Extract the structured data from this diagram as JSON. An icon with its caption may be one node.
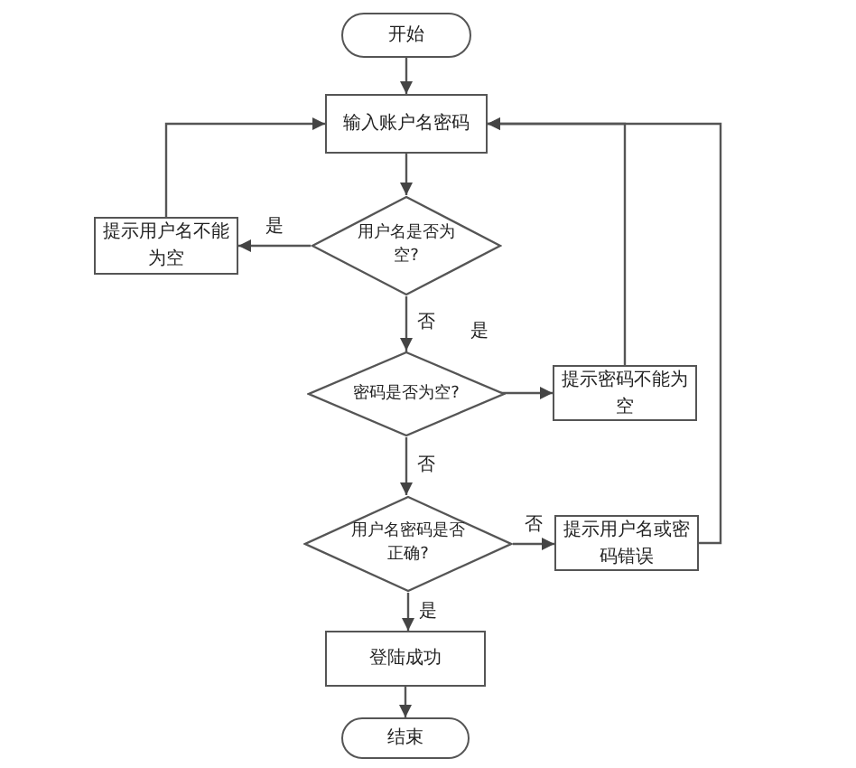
{
  "diagram": {
    "nodes": [
      {
        "text": [
          "开始"
        ]
      },
      {
        "text": [
          "输入账户名密码"
        ]
      },
      {
        "text": [
          "用户名是否为空?"
        ]
      },
      {
        "text": [
          "提示用户名不能为空"
        ]
      },
      {
        "text": [
          "密码是否为空?"
        ]
      },
      {
        "text": [
          "提示密码不能为空"
        ]
      },
      {
        "text": [
          "用户名密码是否正确?"
        ]
      },
      {
        "text": [
          "提示用户名或密码错误"
        ]
      },
      {
        "text": [
          "登陆成功"
        ]
      },
      {
        "text": [
          "结束"
        ]
      }
    ],
    "edges": [
      {
        "from": 0,
        "to": 1,
        "arrow": "to"
      },
      {
        "from": 1,
        "to": 2,
        "arrow": "to"
      },
      {
        "from": 2,
        "to": 3,
        "arrow": "to",
        "label": "是"
      },
      {
        "from": 3,
        "to": 1,
        "arrow": "to"
      },
      {
        "from": 2,
        "to": 4,
        "arrow": "to",
        "label": "否"
      },
      {
        "from": 4,
        "to": 5,
        "arrow": "to",
        "label": "是"
      },
      {
        "from": 5,
        "to": 1,
        "arrow": "to"
      },
      {
        "from": 4,
        "to": 6,
        "arrow": "to",
        "label": "否"
      },
      {
        "from": 6,
        "to": 7,
        "arrow": "to",
        "label": "否"
      },
      {
        "from": 7,
        "to": 1,
        "arrow": "to"
      },
      {
        "from": 6,
        "to": 8,
        "arrow": "to",
        "label": "是"
      },
      {
        "from": 8,
        "to": 9,
        "arrow": "to"
      }
    ]
  }
}
